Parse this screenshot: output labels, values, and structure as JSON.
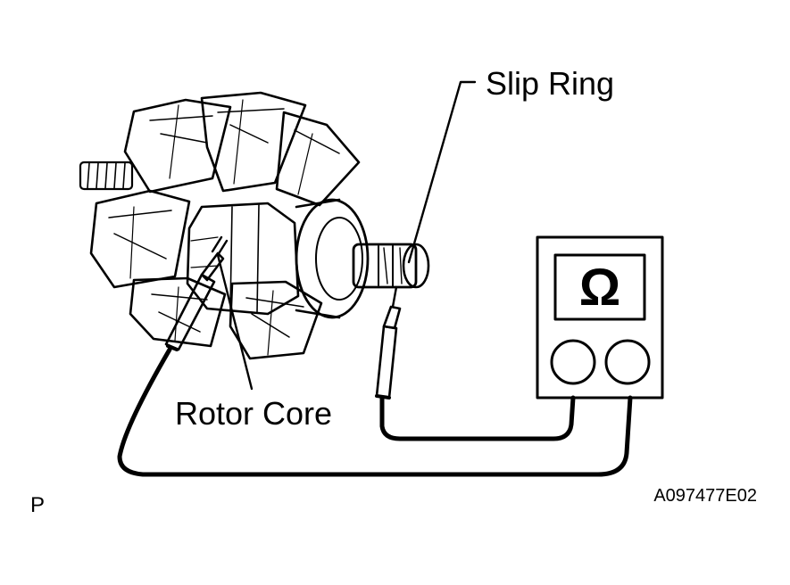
{
  "labels": {
    "slip_ring": "Slip Ring",
    "rotor_core": "Rotor Core",
    "page_marker": "P",
    "figure_code": "A097477E02"
  },
  "meter": {
    "symbol": "Ω"
  },
  "colors": {
    "ink": "#000000",
    "paper": "#ffffff"
  }
}
